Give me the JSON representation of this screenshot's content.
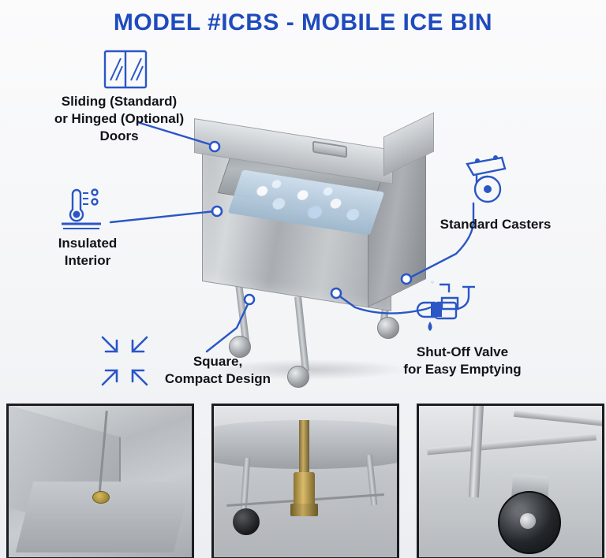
{
  "title": "MODEL #ICBS - MOBILE ICE BIN",
  "theme": {
    "accent_blue": "#1f4bbd",
    "line_blue": "#2a56c6",
    "text_dark": "#111318",
    "background": "#f4f5f7",
    "thumb_border": "#1b1d21"
  },
  "callouts": [
    {
      "id": "doors",
      "label": "Sliding (Standard)\nor Hinged (Optional)\nDoors",
      "icon": "sliding-doors-icon"
    },
    {
      "id": "insulated",
      "label": "Insulated\nInterior",
      "icon": "thermometer-icon"
    },
    {
      "id": "casters",
      "label": "Standard Casters",
      "icon": "caster-wheel-icon"
    },
    {
      "id": "valve",
      "label": "Shut-Off Valve\nfor Easy Emptying",
      "icon": "shut-off-valve-icon"
    },
    {
      "id": "square",
      "label": "Square,\nCompact Design",
      "icon": "compact-arrows-icon"
    }
  ],
  "photos": [
    {
      "id": "main-product",
      "alt": "Stainless steel mobile ice bin with ice and sliding lid"
    },
    {
      "id": "thumb-interior",
      "alt": "Insulated stainless interior with drain"
    },
    {
      "id": "thumb-valve",
      "alt": "Underside shut-off valve and brass fitting"
    },
    {
      "id": "thumb-caster",
      "alt": "Close-up of standard swivel caster"
    }
  ]
}
